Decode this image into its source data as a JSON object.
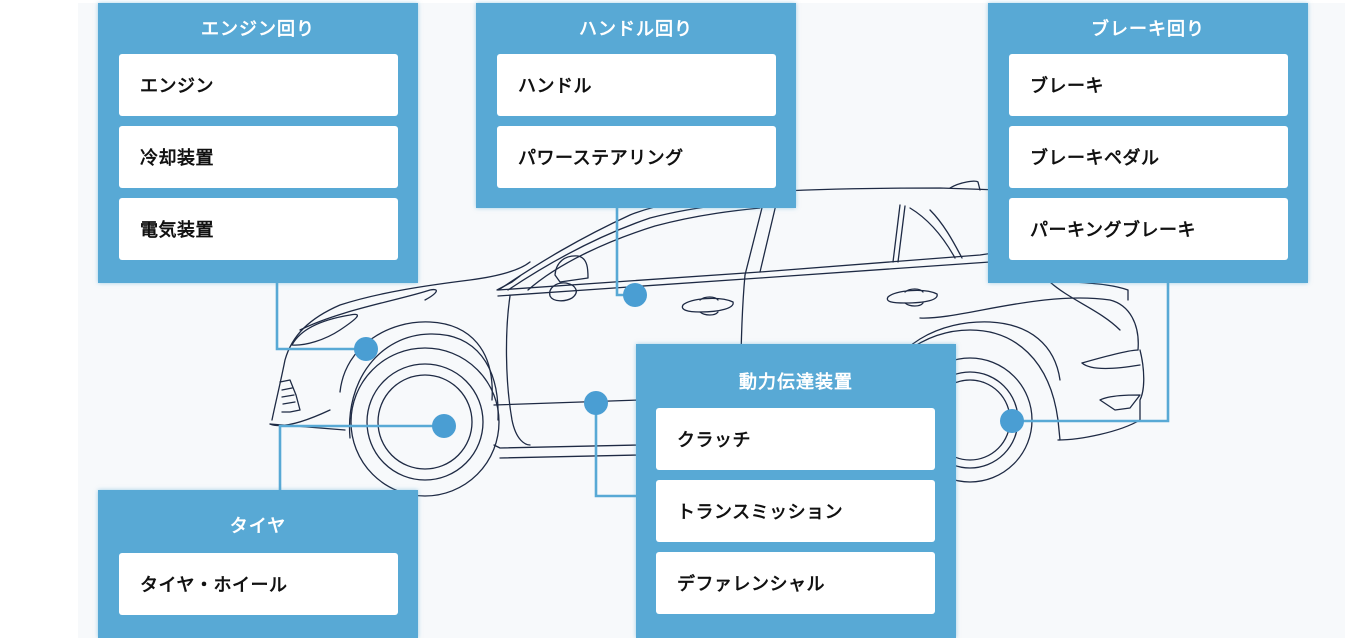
{
  "diagram": {
    "subject": "car-parts-map",
    "accent_color": "#58a9d5",
    "dot_color": "#4a9ed3",
    "line_color": "#1e2a44",
    "background_color": "#f7f9fb"
  },
  "groups": [
    {
      "id": "engine",
      "title": "エンジン回り",
      "items": [
        "エンジン",
        "冷却装置",
        "電気装置"
      ]
    },
    {
      "id": "steering",
      "title": "ハンドル回り",
      "items": [
        "ハンドル",
        "パワーステアリング"
      ]
    },
    {
      "id": "brake",
      "title": "ブレーキ回り",
      "items": [
        "ブレーキ",
        "ブレーキペダル",
        "パーキングブレーキ"
      ]
    },
    {
      "id": "drivetrain",
      "title": "動力伝達装置",
      "items": [
        "クラッチ",
        "トランスミッション",
        "デファレンシャル"
      ]
    },
    {
      "id": "tire",
      "title": "タイヤ",
      "items": [
        "タイヤ・ホイール"
      ]
    }
  ]
}
